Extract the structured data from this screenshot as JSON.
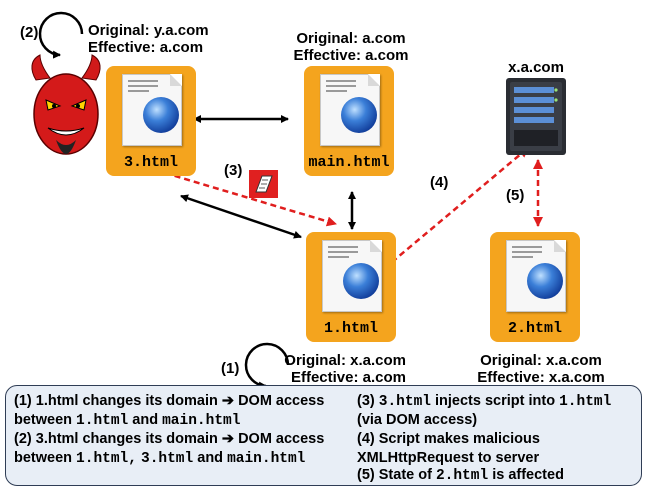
{
  "domain_labels": {
    "three_html": {
      "step": "(2)",
      "original": "Original: y.a.com",
      "effective": "Effective: a.com"
    },
    "main_html": {
      "original": "Original: a.com",
      "effective": "Effective: a.com"
    },
    "one_html": {
      "step": "(1)",
      "original": "Original: x.a.com",
      "effective": "Effective: a.com"
    },
    "two_html": {
      "original": "Original: x.a.com",
      "effective": "Effective: x.a.com"
    }
  },
  "server": {
    "label": "x.a.com",
    "icon": "server-icon"
  },
  "files": {
    "three": "3.html",
    "main": "main.html",
    "one": "1.html",
    "two": "2.html"
  },
  "icons": {
    "attacker": "devil-icon",
    "script": "scroll-icon",
    "document": "web-document-icon"
  },
  "steps": {
    "three": "(3)",
    "four": "(4)",
    "five": "(5)"
  },
  "colors": {
    "file_bg": "#f4a41e",
    "dashed_arrow": "#e01e1e",
    "solid_arrow": "#000000",
    "legend_bg": "#e8eef6"
  },
  "legend": {
    "l1_a": "(1) 1.html changes its domain",
    "l1_b": "DOM access",
    "l1_c": "between",
    "l1_f1": "1.html",
    "l1_and": "and",
    "l1_f2": "main.html",
    "l2_a": "(2) 3.html changes its domain",
    "l2_b": "DOM access",
    "l2_c": "between",
    "l2_f1": "1.html,",
    "l2_f2": "3.html",
    "l2_and": "and",
    "l2_f3": "main.html",
    "r1_a": "(3)",
    "r1_f": "3.html",
    "r1_b": "injects script into",
    "r1_f2": "1.html",
    "r2": "(via DOM access)",
    "r3": "(4) Script makes malicious",
    "r4": "XMLHttpRequest to server",
    "r5_a": "(5) State of",
    "r5_f": "2.html",
    "r5_b": "is affected",
    "arrow": "➔"
  }
}
